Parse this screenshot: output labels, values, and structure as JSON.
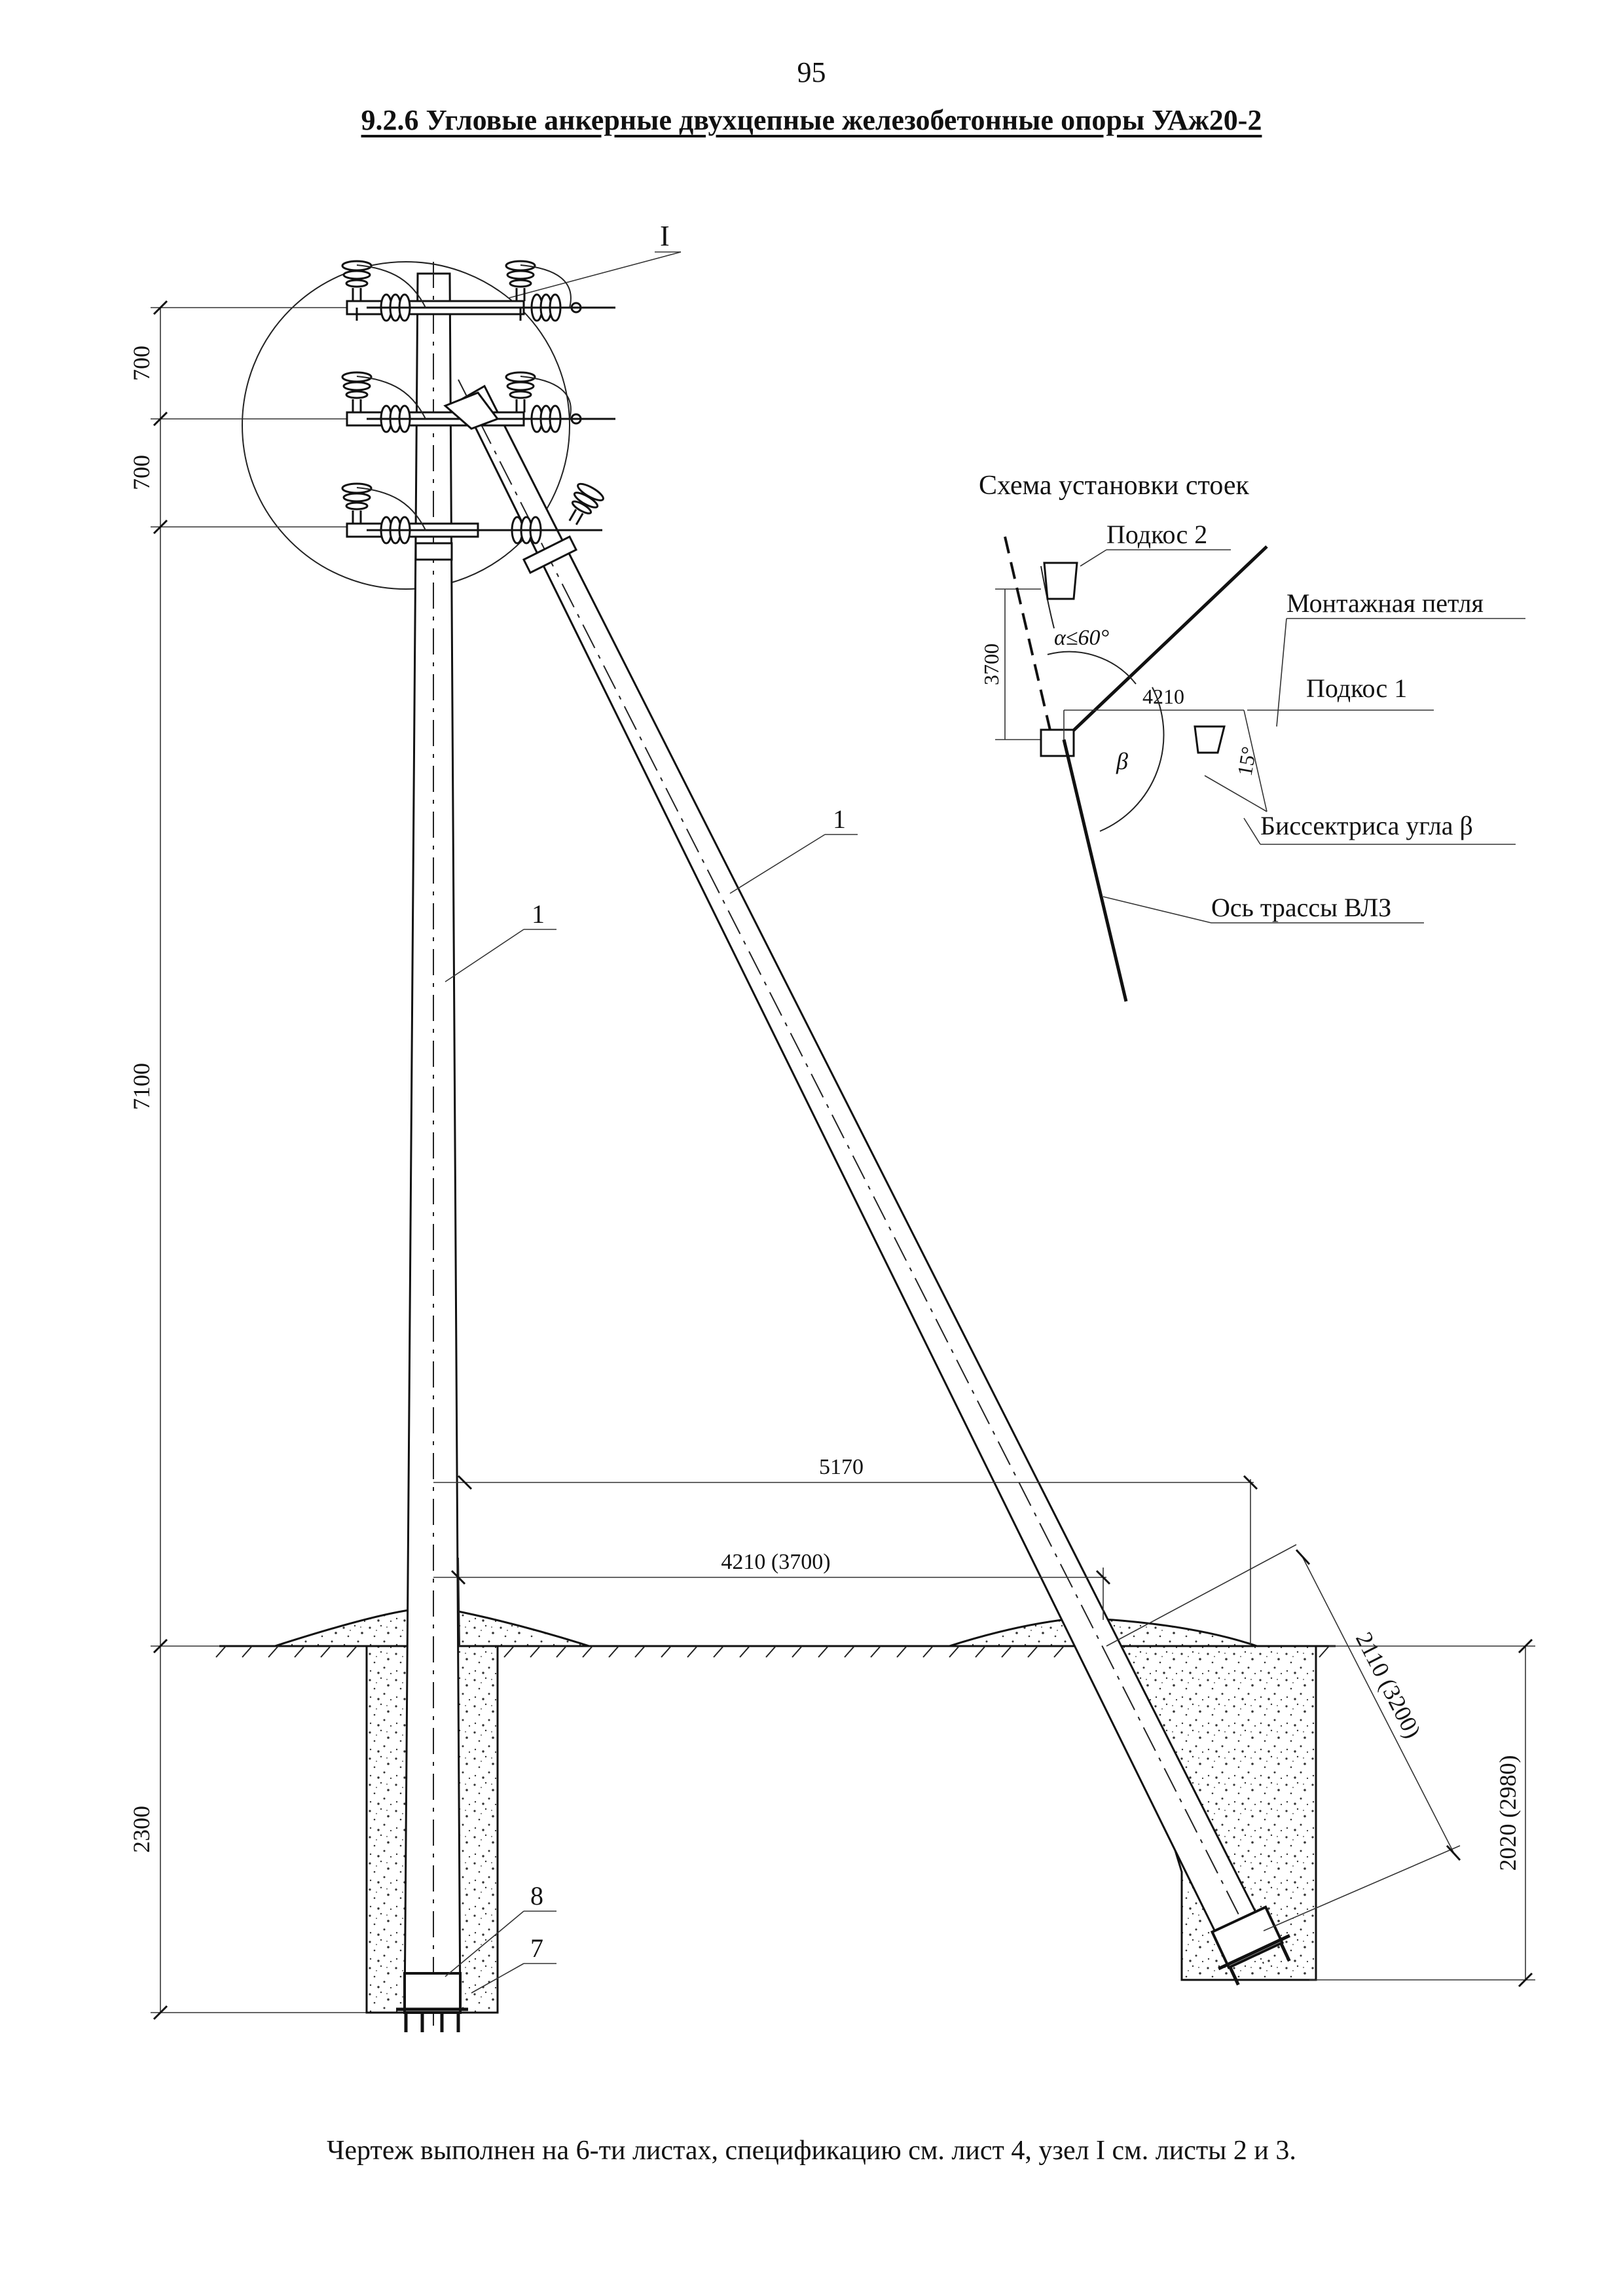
{
  "page": {
    "number": "95",
    "title": "9.2.6 Угловые анкерные двухцепные железобетонные опоры УАж20-2",
    "footnote": "Чертеж выполнен на 6-ти листах, спецификацию см. лист 4, узел I см. листы 2 и 3."
  },
  "drawing": {
    "node_label": "I",
    "post_label": "1",
    "strut_label": "1",
    "detail_8": "8",
    "detail_7": "7",
    "dims": {
      "d700_top": "700",
      "d700_bottom": "700",
      "d7100": "7100",
      "d2300": "2300",
      "d5170": "5170",
      "d4210": "4210 (3700)",
      "d2110": "2110 (3200)",
      "d2020": "2020 (2980)"
    }
  },
  "scheme": {
    "title": "Схема установки стоек",
    "strut2": "Подкос 2",
    "mount_loop": "Монтажная петля",
    "dim3700": "3700",
    "dim4210": "4210",
    "alpha": "α≤60°",
    "strut1": "Подкос 1",
    "beta": "β",
    "angle15": "15°",
    "bisector": "Биссектриса угла β",
    "route_axis": "Ось трассы ВЛЗ"
  }
}
